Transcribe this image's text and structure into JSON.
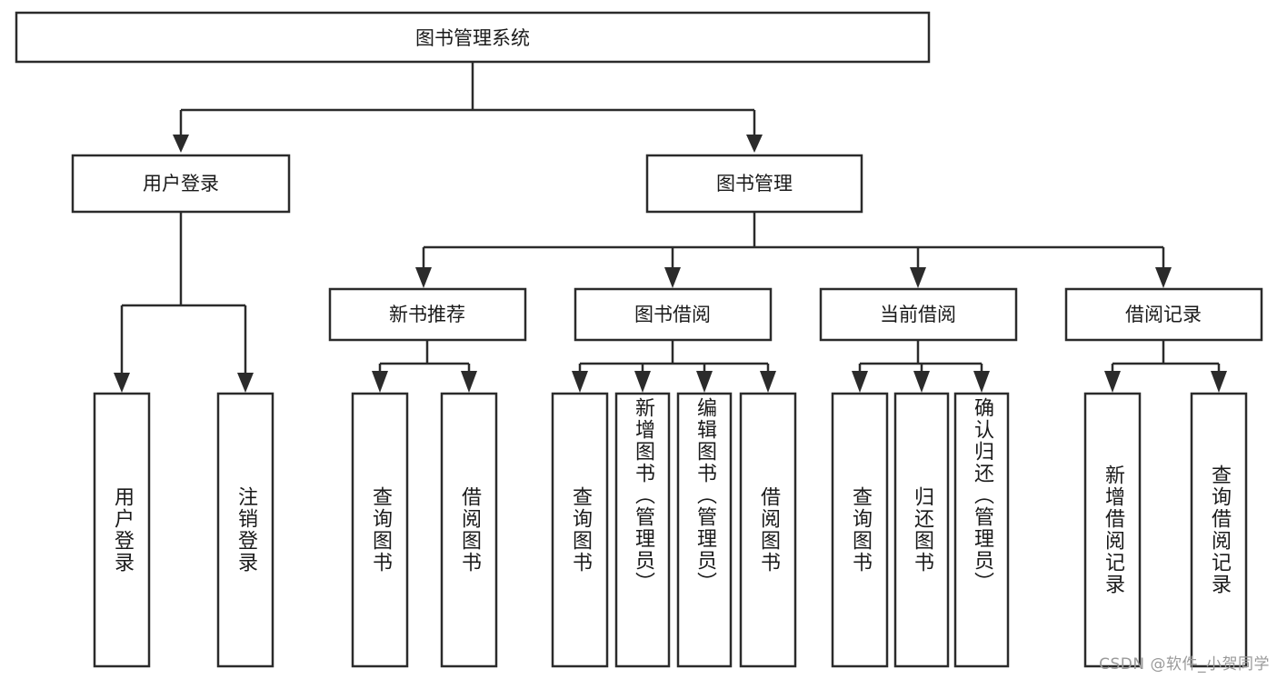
{
  "diagram": {
    "type": "tree-hierarchy-diagram",
    "title": "图书管理系统",
    "orientation": "top-down",
    "colors": {
      "stroke": "#2b2b2b",
      "box_fill": "#ffffff",
      "text": "#1a1a1a",
      "background": "#ffffff",
      "watermark": "#9a9a9a"
    },
    "root": {
      "label": "图书管理系统"
    },
    "level2": [
      {
        "id": "user-login",
        "label": "用户登录"
      },
      {
        "id": "book-management",
        "label": "图书管理"
      }
    ],
    "level3": [
      {
        "id": "new-book-recommend",
        "label": "新书推荐",
        "parent": "book-management"
      },
      {
        "id": "book-borrow",
        "label": "图书借阅",
        "parent": "book-management"
      },
      {
        "id": "current-borrow",
        "label": "当前借阅",
        "parent": "book-management"
      },
      {
        "id": "borrow-record",
        "label": "借阅记录",
        "parent": "book-management"
      }
    ],
    "leaves": {
      "user-login": [
        {
          "id": "leaf-user-login",
          "label": "用户登录"
        },
        {
          "id": "leaf-logout-login",
          "label": "注销登录"
        }
      ],
      "new-book-recommend": [
        {
          "id": "leaf-query-book-1",
          "label": "查询图书"
        },
        {
          "id": "leaf-borrow-book-1",
          "label": "借阅图书"
        }
      ],
      "book-borrow": [
        {
          "id": "leaf-query-book-2",
          "label": "查询图书"
        },
        {
          "id": "leaf-add-book",
          "label": "新增图书（管理员）"
        },
        {
          "id": "leaf-edit-book",
          "label": "编辑图书（管理员）"
        },
        {
          "id": "leaf-borrow-book-2",
          "label": "借阅图书"
        }
      ],
      "current-borrow": [
        {
          "id": "leaf-query-book-3",
          "label": "查询图书"
        },
        {
          "id": "leaf-return-book",
          "label": "归还图书"
        },
        {
          "id": "leaf-confirm-return",
          "label": "确认归还（管理员）"
        }
      ],
      "borrow-record": [
        {
          "id": "leaf-add-record",
          "label": "新增借阅记录"
        },
        {
          "id": "leaf-query-record",
          "label": "查询借阅记录"
        }
      ]
    }
  },
  "watermark": {
    "text": "CSDN @软件_小贺同学"
  }
}
